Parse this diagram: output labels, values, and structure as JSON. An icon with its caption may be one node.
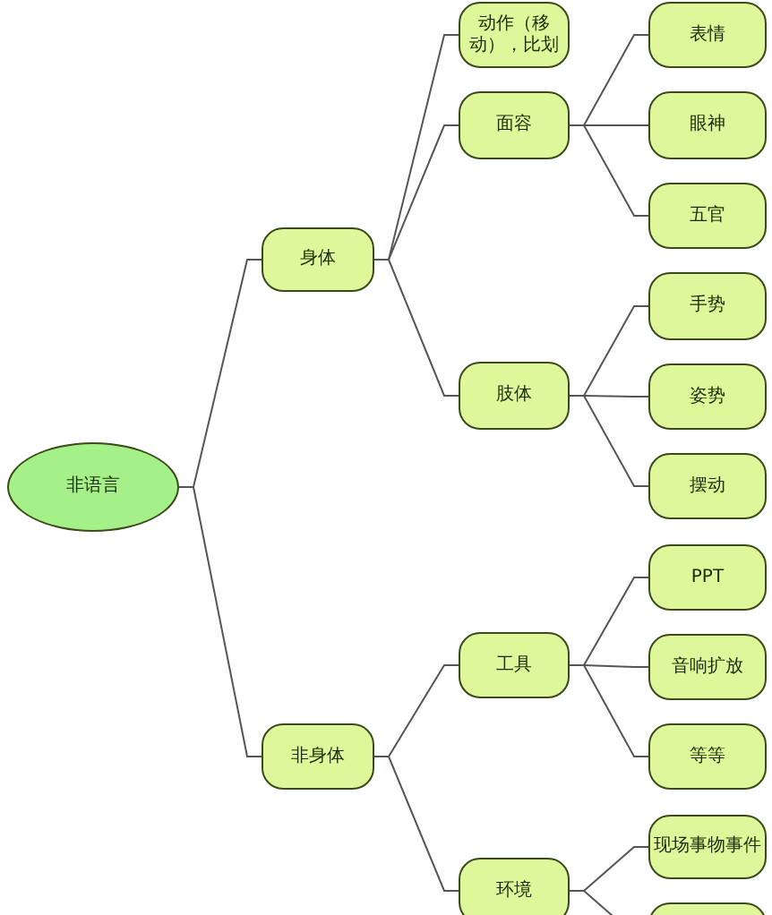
{
  "diagram": {
    "nodes": [
      {
        "text": [
          "非语言"
        ]
      },
      {
        "text": [
          "身体"
        ]
      },
      {
        "text": [
          "动作（移动），比划"
        ]
      },
      {
        "text": [
          "面容"
        ]
      },
      {
        "text": [
          "表情"
        ]
      },
      {
        "text": [
          "眼神"
        ]
      },
      {
        "text": [
          "五官"
        ]
      },
      {
        "text": [
          "肢体"
        ]
      },
      {
        "text": [
          "手势"
        ]
      },
      {
        "text": [
          "姿势"
        ]
      },
      {
        "text": [
          "摆动"
        ]
      },
      {
        "text": [
          "非身体"
        ]
      },
      {
        "text": [
          "工具"
        ]
      },
      {
        "text": [
          "PPT"
        ]
      },
      {
        "text": [
          "音响扩放"
        ]
      },
      {
        "text": [
          "等等"
        ]
      },
      {
        "text": [
          "环境"
        ]
      },
      {
        "text": [
          "现场事物事件"
        ]
      },
      {
        "text": [],
        "shape": "box"
      }
    ],
    "edges": [
      {
        "from": 0,
        "to": 1,
        "arrow": "none"
      },
      {
        "from": 1,
        "to": 2,
        "arrow": "none"
      },
      {
        "from": 1,
        "to": 3,
        "arrow": "none"
      },
      {
        "from": 3,
        "to": 4,
        "arrow": "none"
      },
      {
        "from": 3,
        "to": 5,
        "arrow": "none"
      },
      {
        "from": 3,
        "to": 6,
        "arrow": "none"
      },
      {
        "from": 1,
        "to": 7,
        "arrow": "none"
      },
      {
        "from": 7,
        "to": 8,
        "arrow": "none"
      },
      {
        "from": 7,
        "to": 9,
        "arrow": "none"
      },
      {
        "from": 7,
        "to": 10,
        "arrow": "none"
      },
      {
        "from": 0,
        "to": 11,
        "arrow": "none"
      },
      {
        "from": 11,
        "to": 12,
        "arrow": "none"
      },
      {
        "from": 12,
        "to": 13,
        "arrow": "none"
      },
      {
        "from": 12,
        "to": 14,
        "arrow": "none"
      },
      {
        "from": 12,
        "to": 15,
        "arrow": "none"
      },
      {
        "from": 11,
        "to": 16,
        "arrow": "none"
      },
      {
        "from": 16,
        "to": 17,
        "arrow": "none"
      },
      {
        "from": 16,
        "to": 18,
        "arrow": "none"
      }
    ]
  }
}
